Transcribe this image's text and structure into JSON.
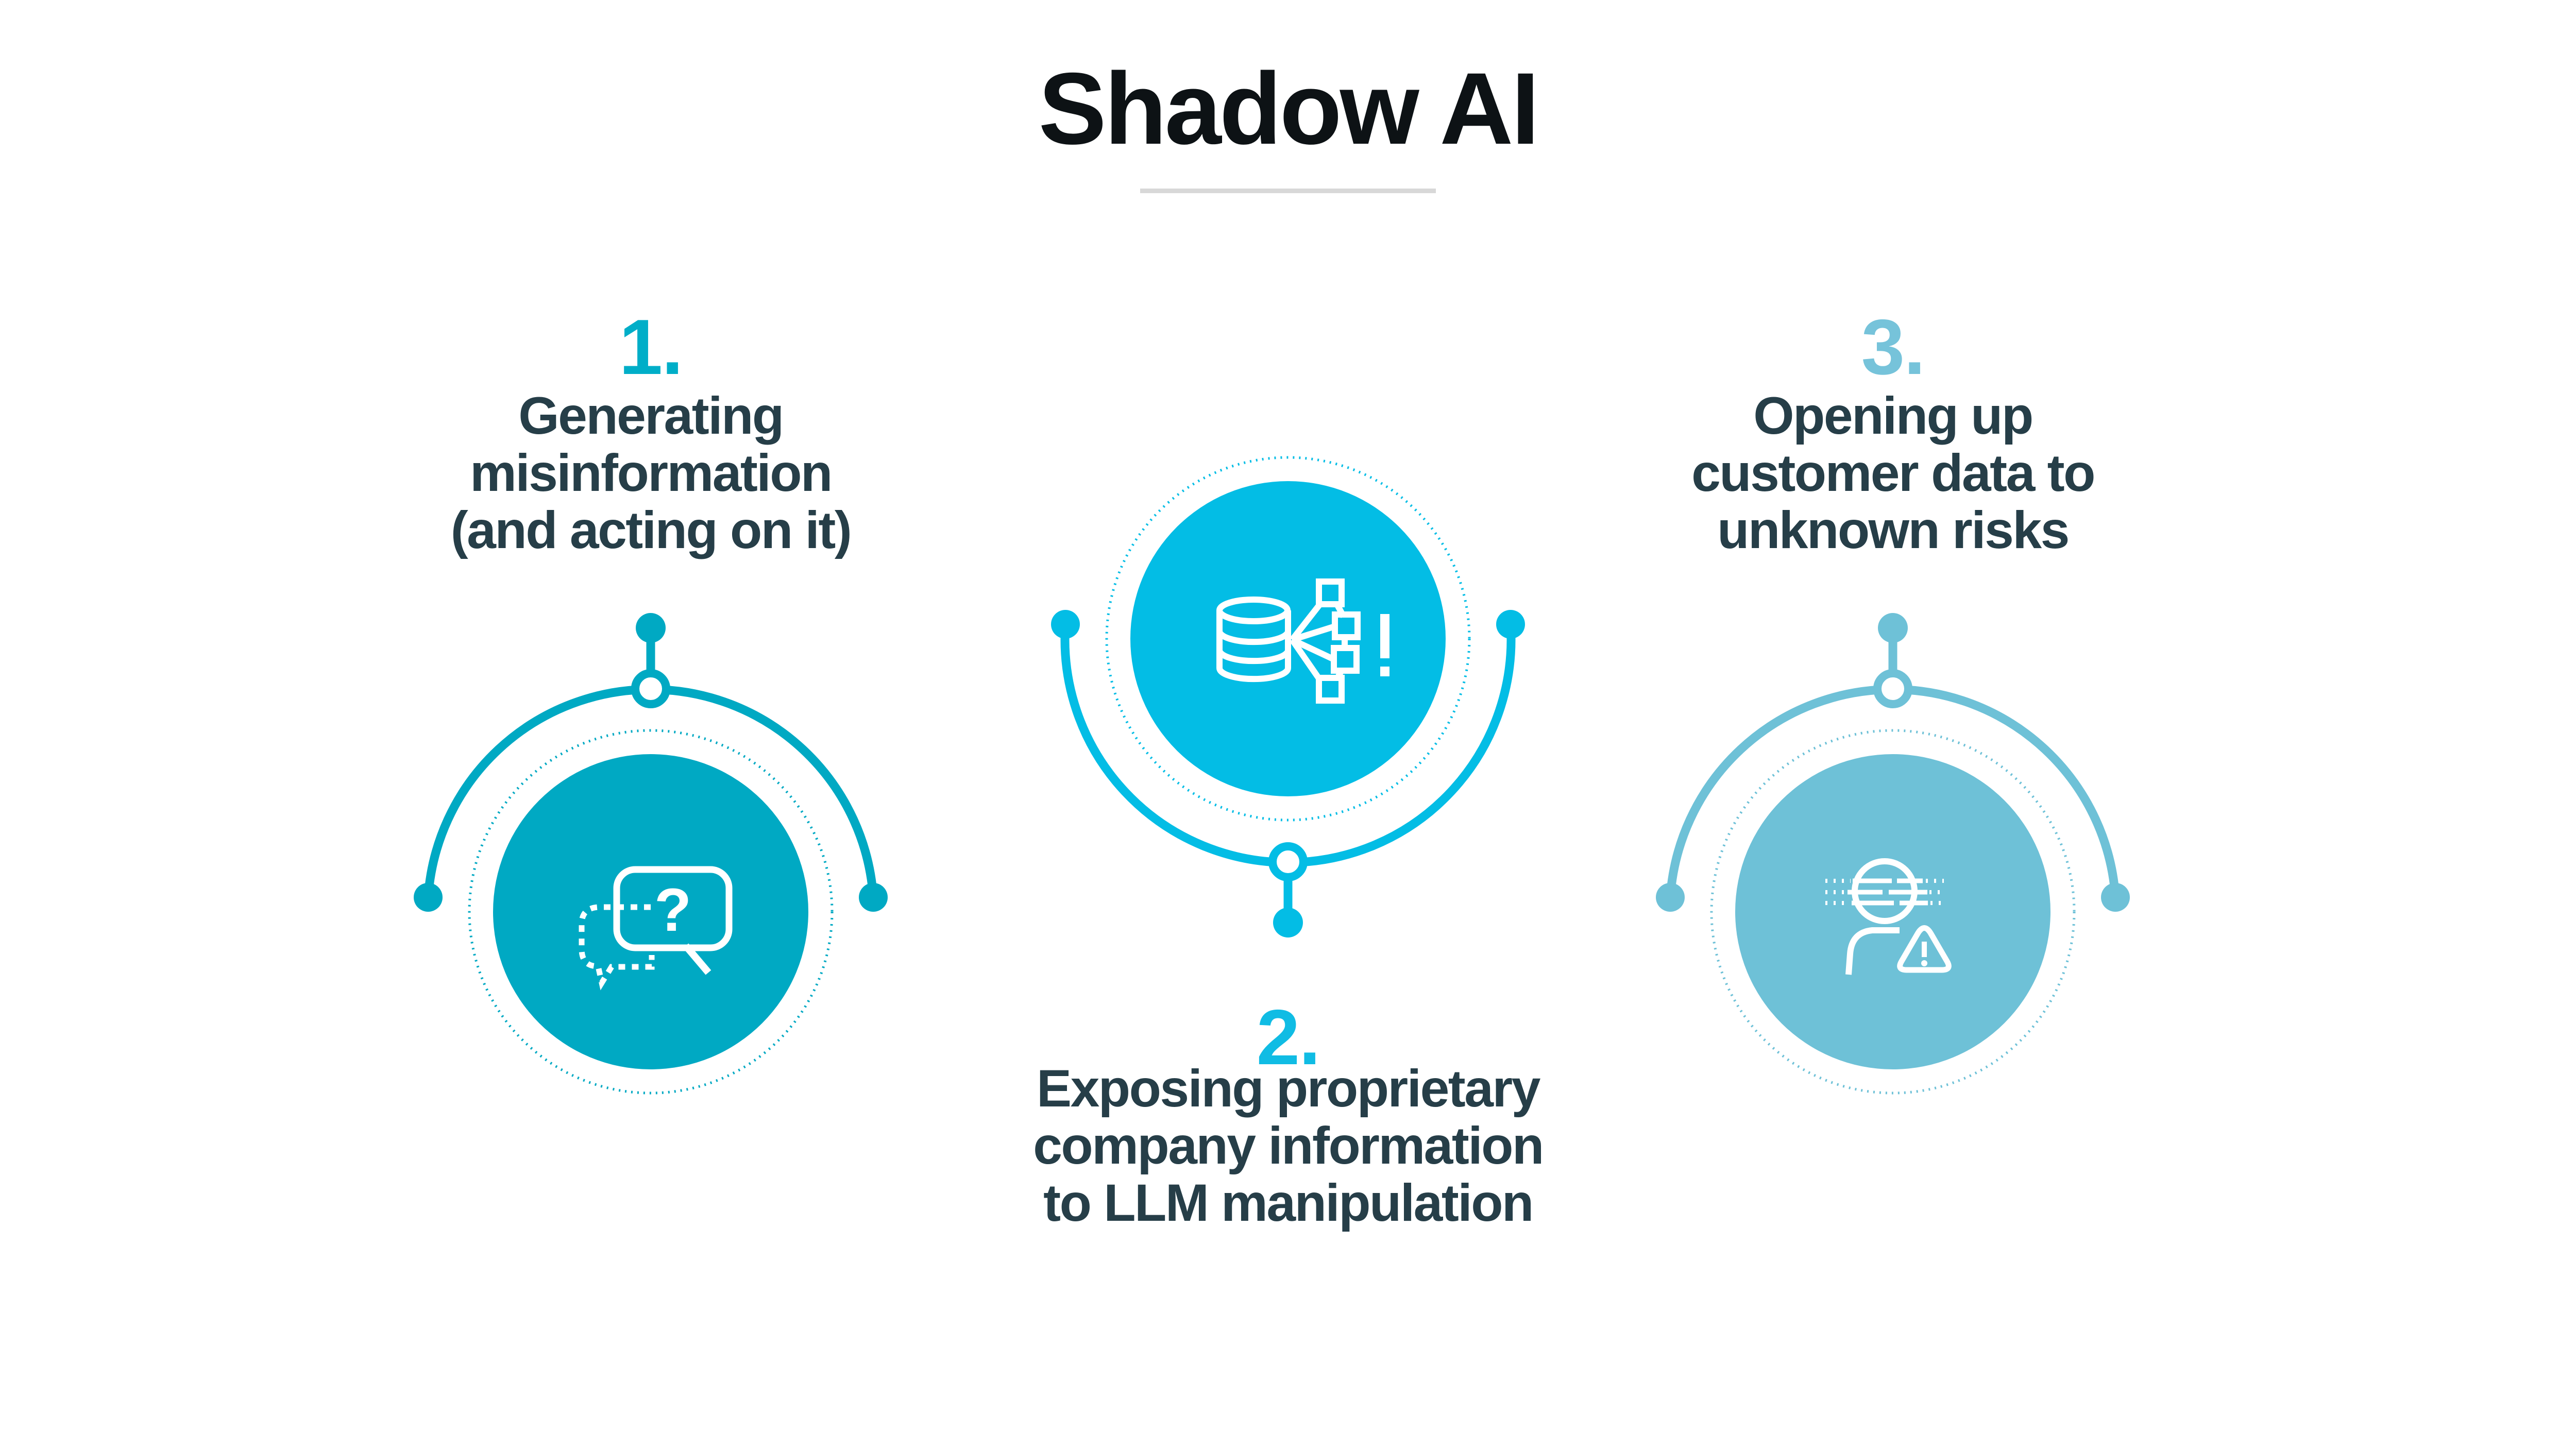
{
  "title": "Shadow AI",
  "palette": {
    "title_text": "#0d1215",
    "heading_text": "#263e48",
    "divider": "#d8d8d8",
    "item1_teal": "#00a9c3",
    "item2_cyan": "#03bde5",
    "item3_light_blue": "#6ec1d7"
  },
  "items": [
    {
      "number": "1.",
      "accent": "#00aec8",
      "circle_color": "#00a9c3",
      "icon": "chat-question-icon",
      "heading_lines": [
        "Generating",
        "misinformation",
        "(and acting on it)"
      ]
    },
    {
      "number": "2.",
      "accent": "#10bce4",
      "circle_color": "#03bde5",
      "icon": "database-exposure-icon",
      "heading_lines": [
        "Exposing proprietary",
        "company information",
        "to LLM manipulation"
      ]
    },
    {
      "number": "3.",
      "accent": "#76c3da",
      "circle_color": "#6ec1d7",
      "icon": "person-risk-icon",
      "heading_lines": [
        "Opening up",
        "customer data to",
        "unknown risks"
      ]
    }
  ]
}
